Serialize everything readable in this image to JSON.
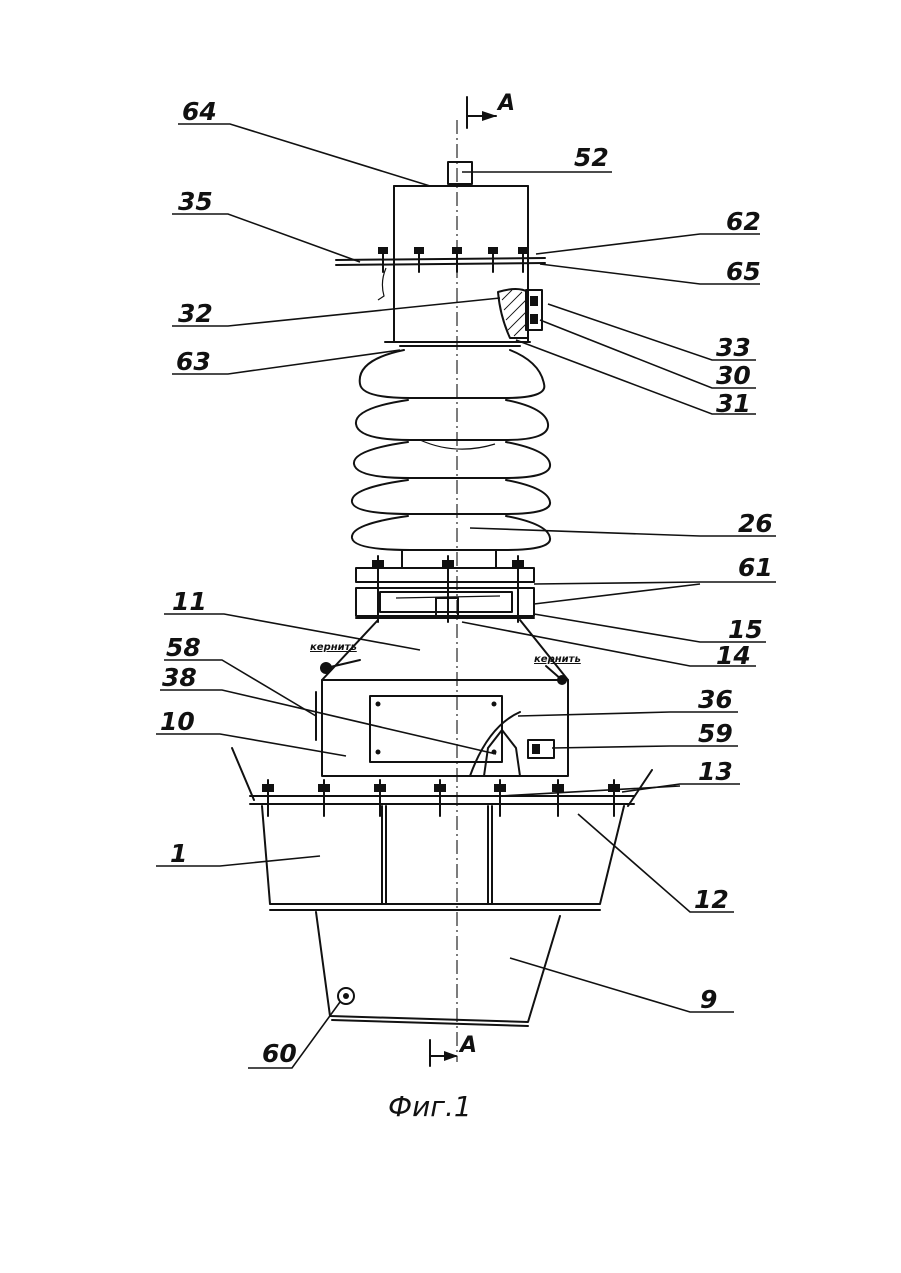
{
  "figure": {
    "caption": "Фиг.1",
    "section_mark_top": "A",
    "section_mark_bottom": "A"
  },
  "notes": {
    "left": "кернить",
    "right": "кернить"
  },
  "callouts": {
    "c64": "64",
    "c52": "52",
    "c35": "35",
    "c62": "62",
    "c65": "65",
    "c32": "32",
    "c33": "33",
    "c63": "63",
    "c30": "30",
    "c31": "31",
    "c26": "26",
    "c61": "61",
    "c11": "11",
    "c15": "15",
    "c14": "14",
    "c58": "58",
    "c38": "38",
    "c36": "36",
    "c10": "10",
    "c59": "59",
    "c13": "13",
    "c1": "1",
    "c12": "12",
    "c9": "9",
    "c60": "60"
  }
}
